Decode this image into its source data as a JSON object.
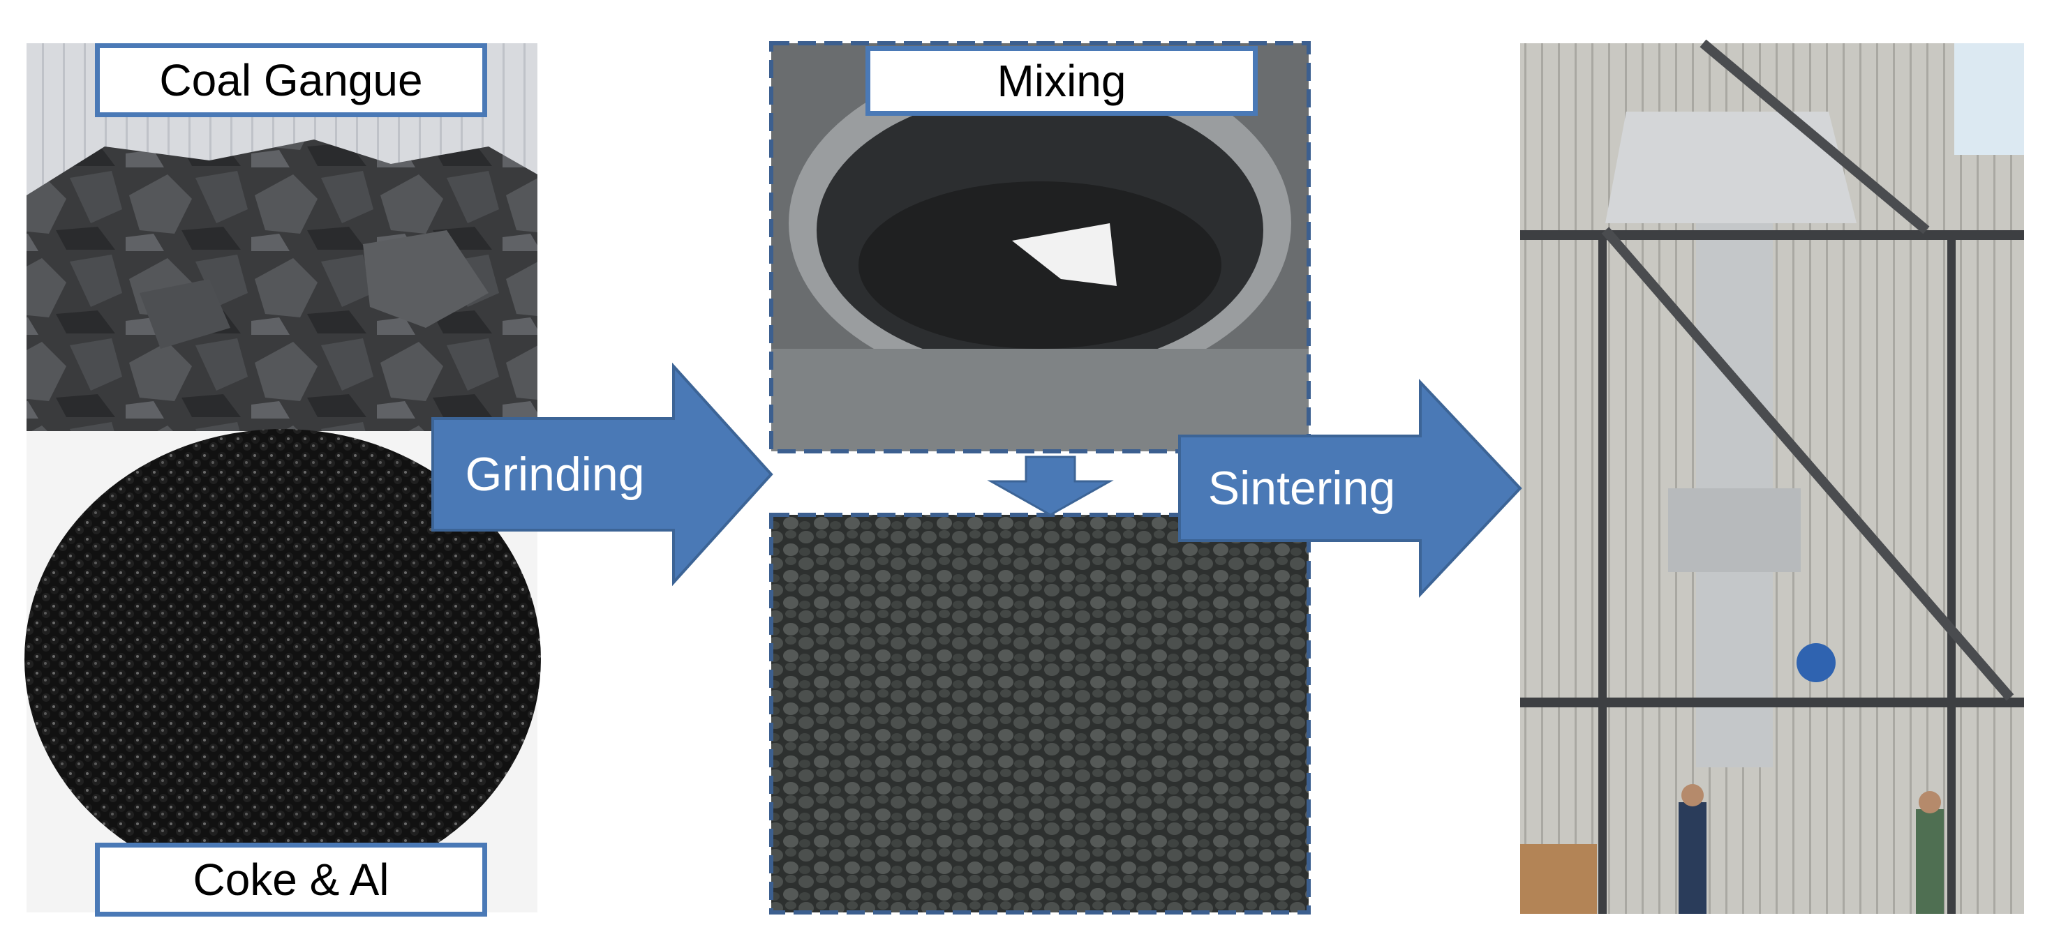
{
  "labels": {
    "coal_gangue": "Coal Gangue",
    "coke_al": "Coke & Al",
    "mixing": "Mixing"
  },
  "arrows": {
    "grinding": "Grinding",
    "sintering": "Sintering"
  },
  "colors": {
    "accent": "#4a79b6",
    "arrow_fill": "#4a79b6",
    "label_background": "#ffffff"
  }
}
